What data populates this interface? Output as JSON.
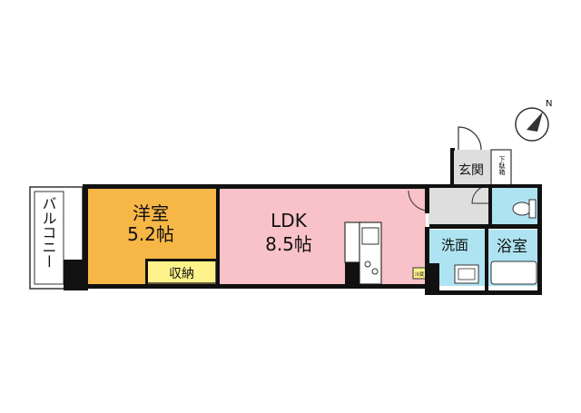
{
  "rooms": {
    "balcony": {
      "label": "バルコニー",
      "color": "#ffffff"
    },
    "western_room": {
      "name": "洋室",
      "size": "5.2帖",
      "color": "#f7b746"
    },
    "storage": {
      "label": "収納",
      "color": "#fdf38a"
    },
    "ldk": {
      "name": "LDK",
      "size": "8.5帖",
      "color": "#f8c2c8"
    },
    "entrance": {
      "label": "玄関"
    },
    "shoe_box": {
      "label": "下駄箱"
    },
    "washroom": {
      "label": "洗面",
      "color": "#aee4f1"
    },
    "bathroom": {
      "label": "浴室",
      "color": "#aee4f1"
    },
    "fridge": {
      "label": "冷蔵"
    },
    "hall_color": "#dedede"
  },
  "compass": {
    "label": "N"
  },
  "colors": {
    "wall": "#111111"
  }
}
